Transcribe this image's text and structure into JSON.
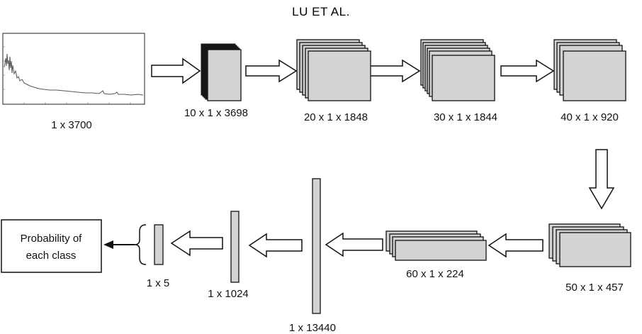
{
  "header": {
    "running_head": "LU ET AL."
  },
  "input": {
    "dims": "1 x 3700"
  },
  "layers": [
    {
      "id": "conv1",
      "dims": "10 x 1 x 3698"
    },
    {
      "id": "conv2",
      "dims": "20 x 1 x 1848"
    },
    {
      "id": "conv3",
      "dims": "30 x 1 x 1844"
    },
    {
      "id": "conv4",
      "dims": "40 x 1 x 920"
    },
    {
      "id": "conv5",
      "dims": "50 x 1 x 457"
    },
    {
      "id": "conv6",
      "dims": "60 x 1 x 224"
    },
    {
      "id": "flatten",
      "dims": "1 x 13440"
    },
    {
      "id": "dense1",
      "dims": "1 x 1024"
    },
    {
      "id": "dense2",
      "dims": "1 x 5"
    }
  ],
  "output": {
    "line1": "Probability of",
    "line2": "each class"
  },
  "colors": {
    "layer_fill": "#d3d3d3",
    "stroke": "#111111",
    "spectrum_line": "#555555"
  }
}
